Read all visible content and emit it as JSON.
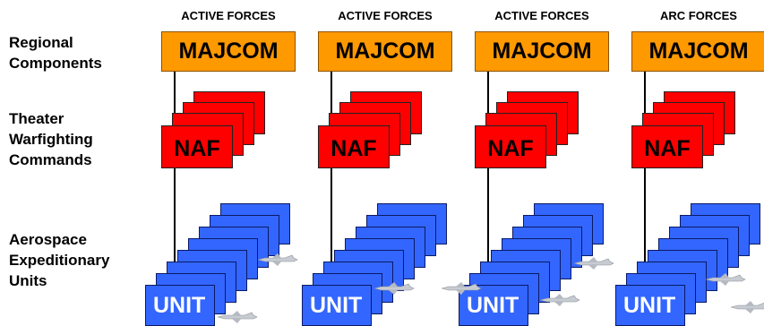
{
  "row_labels": {
    "regional": "Regional\nComponents",
    "theater": "Theater\nWarfighting\nCommands",
    "aerospace": "Aerospace\nExpeditionary\nUnits"
  },
  "columns": [
    {
      "header": "ACTIVE FORCES",
      "majcom": "MAJCOM",
      "naf": "NAF",
      "unit": "UNIT"
    },
    {
      "header": "ACTIVE FORCES",
      "majcom": "MAJCOM",
      "naf": "NAF",
      "unit": "UNIT"
    },
    {
      "header": "ACTIVE FORCES",
      "majcom": "MAJCOM",
      "naf": "NAF",
      "unit": "UNIT"
    },
    {
      "header": "ARC FORCES",
      "majcom": "MAJCOM",
      "naf": "NAF",
      "unit": "UNIT"
    }
  ],
  "colors": {
    "majcom": "#ff9900",
    "naf": "#ff0000",
    "unit": "#3366ff"
  },
  "icons": [
    "aircraft-icon"
  ]
}
